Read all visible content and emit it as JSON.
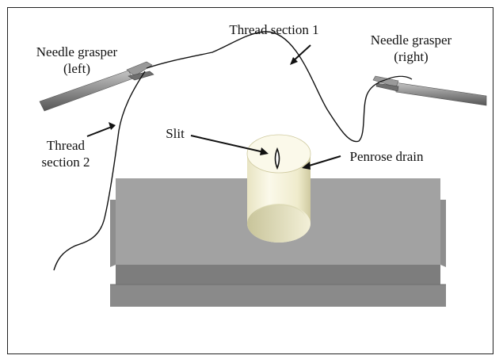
{
  "labels": {
    "grasper_left_line1": "Needle grasper",
    "grasper_left_line2": "(left)",
    "grasper_right_line1": "Needle grasper",
    "grasper_right_line2": "(right)",
    "thread_section_1": "Thread section 1",
    "thread_section_2_line1": "Thread",
    "thread_section_2_line2": "section 2",
    "slit": "Slit",
    "penrose_drain": "Penrose drain"
  },
  "colors": {
    "block_top": "#a2a2a2",
    "block_side": "#7b7b7b",
    "drain_light": "#f8f5df",
    "drain_shade": "#d6d2a6",
    "grasper": "#8a8a8a",
    "thread": "#111111"
  }
}
